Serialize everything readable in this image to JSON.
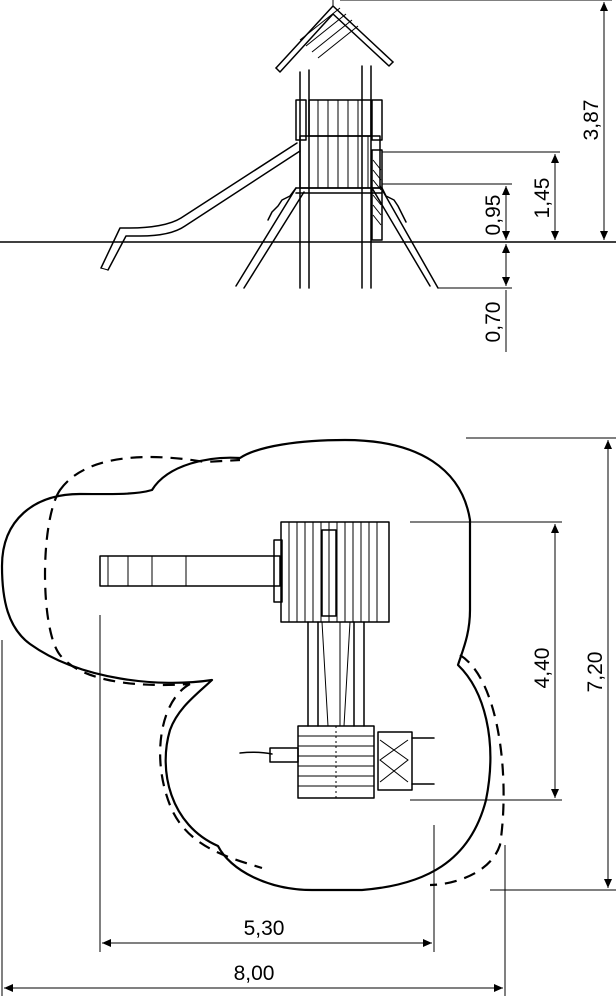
{
  "side_view": {
    "dim_total_height": "3,87",
    "dim_platform_height": "1,45",
    "dim_fall_height": "0,95",
    "dim_foundation_depth": "0,70"
  },
  "top_view": {
    "dim_equipment_length": "4,40",
    "dim_area_length": "7,20",
    "dim_equipment_width": "5,30",
    "dim_area_width": "8,00"
  }
}
